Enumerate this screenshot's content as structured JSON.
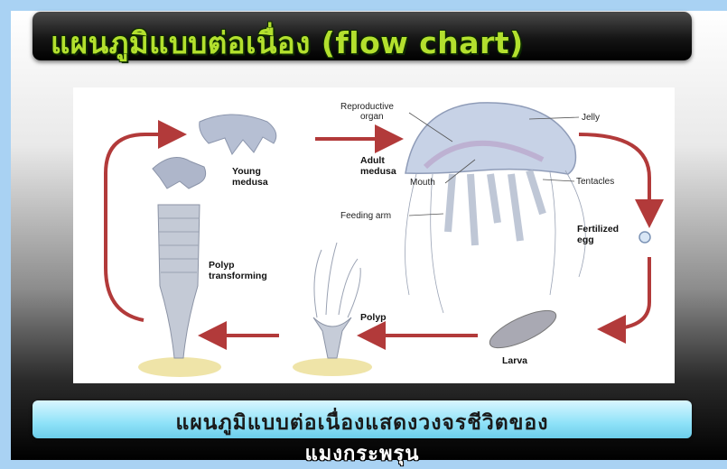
{
  "title": "แผนภูมิแบบต่อเนื่อง (flow chart)",
  "diagram": {
    "stages": {
      "young_medusa": "Young medusa",
      "adult_medusa": "Adult medusa",
      "fertilized_egg": "Fertilized egg",
      "larva": "Larva",
      "polyp": "Polyp",
      "polyp_transforming": "Polyp transforming"
    },
    "anatomy": {
      "reproductive_organ": "Reproductive organ",
      "jelly": "Jelly",
      "mouth": "Mouth",
      "tentacles": "Tentacles",
      "feeding_arm": "Feeding arm"
    }
  },
  "caption": {
    "line1": "แผนภูมิแบบต่อเนื่องแสดงวงจรชีวิตของ",
    "line2": "แมงกระพรุน"
  },
  "colors": {
    "arrow": "#b23a3a",
    "title_text": "#b3e02e",
    "caption_bg": "#8fe2f8"
  }
}
